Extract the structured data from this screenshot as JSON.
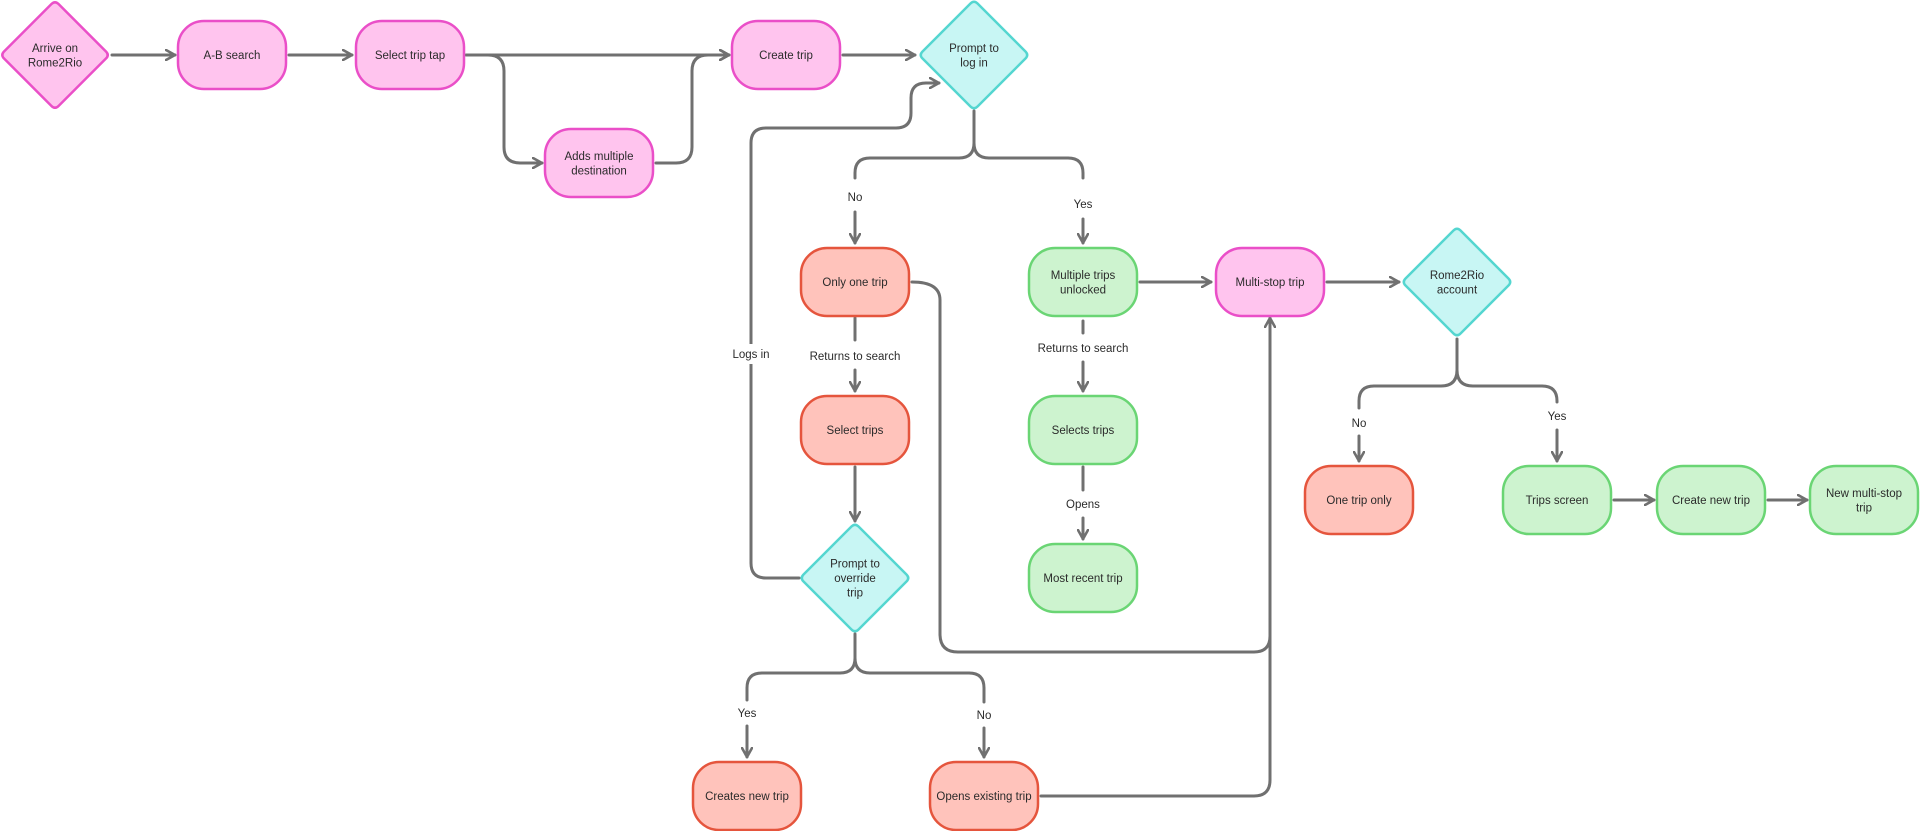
{
  "colors": {
    "pink_fill": "#ffc4ee",
    "pink_stroke": "#ea4fc8",
    "cyan_fill": "#c8f6f4",
    "cyan_stroke": "#54d6d0",
    "salmon_fill": "#ffc3bb",
    "salmon_stroke": "#e5553d",
    "green_fill": "#cdf3cf",
    "green_stroke": "#6ad574",
    "connector": "#707070"
  },
  "nodes": {
    "arrive": {
      "lines": [
        "Arrive on",
        "Rome2Rio"
      ],
      "shape": "diamond",
      "color": "pink"
    },
    "ab_search": {
      "lines": [
        "A-B search"
      ],
      "shape": "pill",
      "color": "pink"
    },
    "select_trip_tap": {
      "lines": [
        "Select trip tap"
      ],
      "shape": "pill",
      "color": "pink"
    },
    "adds_multiple": {
      "lines": [
        "Adds multiple",
        "destination"
      ],
      "shape": "pill",
      "color": "pink"
    },
    "create_trip": {
      "lines": [
        "Create trip"
      ],
      "shape": "pill",
      "color": "pink"
    },
    "prompt_login": {
      "lines": [
        "Prompt to",
        "log in"
      ],
      "shape": "diamond",
      "color": "cyan"
    },
    "only_one_trip": {
      "lines": [
        "Only one trip"
      ],
      "shape": "pill",
      "color": "salmon"
    },
    "select_trips": {
      "lines": [
        "Select trips"
      ],
      "shape": "pill",
      "color": "salmon"
    },
    "prompt_override": {
      "lines": [
        "Prompt to",
        "override",
        "trip"
      ],
      "shape": "diamond",
      "color": "cyan"
    },
    "creates_new_trip": {
      "lines": [
        "Creates new trip"
      ],
      "shape": "pill",
      "color": "salmon"
    },
    "opens_existing": {
      "lines": [
        "Opens existing trip"
      ],
      "shape": "pill",
      "color": "salmon"
    },
    "multiple_unlocked": {
      "lines": [
        "Multiple trips",
        "unlocked"
      ],
      "shape": "pill",
      "color": "green"
    },
    "selects_trips": {
      "lines": [
        "Selects trips"
      ],
      "shape": "pill",
      "color": "green"
    },
    "most_recent": {
      "lines": [
        "Most recent trip"
      ],
      "shape": "pill",
      "color": "green"
    },
    "multi_stop": {
      "lines": [
        "Multi-stop trip"
      ],
      "shape": "pill",
      "color": "pink"
    },
    "r2r_account": {
      "lines": [
        "Rome2Rio",
        "account"
      ],
      "shape": "diamond",
      "color": "cyan"
    },
    "one_trip_only": {
      "lines": [
        "One trip only"
      ],
      "shape": "pill",
      "color": "salmon"
    },
    "trips_screen": {
      "lines": [
        "Trips screen"
      ],
      "shape": "pill",
      "color": "green"
    },
    "create_new_trip": {
      "lines": [
        "Create new trip"
      ],
      "shape": "pill",
      "color": "green"
    },
    "new_multi_stop": {
      "lines": [
        "New multi-stop",
        "trip"
      ],
      "shape": "pill",
      "color": "green"
    }
  },
  "edge_labels": {
    "no_login": "No",
    "yes_login": "Yes",
    "returns_search_1": "Returns to search",
    "returns_search_2": "Returns to search",
    "opens": "Opens",
    "logs_in": "Logs in",
    "yes_override": "Yes",
    "no_override": "No",
    "no_account": "No",
    "yes_account": "Yes"
  }
}
